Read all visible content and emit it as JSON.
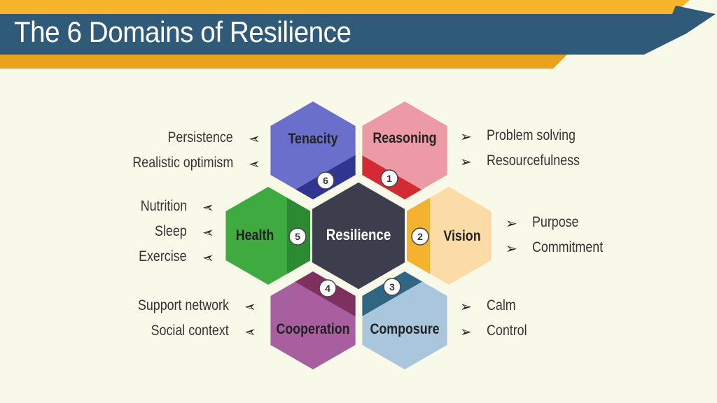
{
  "title": "The 6 Domains of Resilience",
  "center": "Resilience",
  "colors": {
    "header_yellow": "#f6b52a",
    "header_blue": "#2f5b79",
    "center": "#3c3e4d"
  },
  "domains": [
    {
      "num": "1",
      "name": "Reasoning",
      "color": "#ec9aa6",
      "dark": "#d42a34",
      "items": [
        "Problem solving",
        "Resourcefulness"
      ]
    },
    {
      "num": "2",
      "name": "Vision",
      "color": "#fbdca6",
      "dark": "#f4b22e",
      "items": [
        "Purpose",
        "Commitment"
      ]
    },
    {
      "num": "3",
      "name": "Composure",
      "color": "#a9c6dc",
      "dark": "#316682",
      "items": [
        "Calm",
        "Control"
      ]
    },
    {
      "num": "4",
      "name": "Cooperation",
      "color": "#a85f9f",
      "dark": "#7e305f",
      "items": [
        "Support network",
        "Social context"
      ]
    },
    {
      "num": "5",
      "name": "Health",
      "color": "#3faa3f",
      "dark": "#2c8a33",
      "items": [
        "Nutrition",
        "Sleep",
        "Exercise"
      ]
    },
    {
      "num": "6",
      "name": "Tenacity",
      "color": "#6a6fcb",
      "dark": "#2f3591",
      "items": [
        "Persistence",
        "Realistic optimism"
      ]
    }
  ]
}
